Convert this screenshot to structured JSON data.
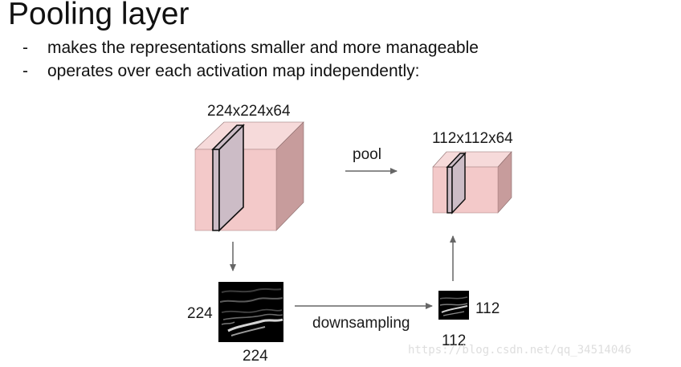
{
  "title": "Pooling layer",
  "bullets": [
    {
      "marker": "-",
      "text": "makes the representations smaller and more manageable"
    },
    {
      "marker": "-",
      "text": "operates over each activation map independently:"
    }
  ],
  "diagram": {
    "input_volume_label": "224x224x64",
    "output_volume_label": "112x112x64",
    "pool_label": "pool",
    "downsampling_label": "downsampling",
    "input_map_height_label": "224",
    "input_map_width_label": "224",
    "output_map_height_label": "112",
    "output_map_width_label": "112"
  },
  "colors": {
    "volume_front": "#f3c9c9",
    "volume_top": "#f6dada",
    "volume_side": "#c79c9c",
    "slice": "#ccbcc6",
    "arrow": "#666666"
  },
  "watermark": "https://blog.csdn.net/qq_34514046"
}
